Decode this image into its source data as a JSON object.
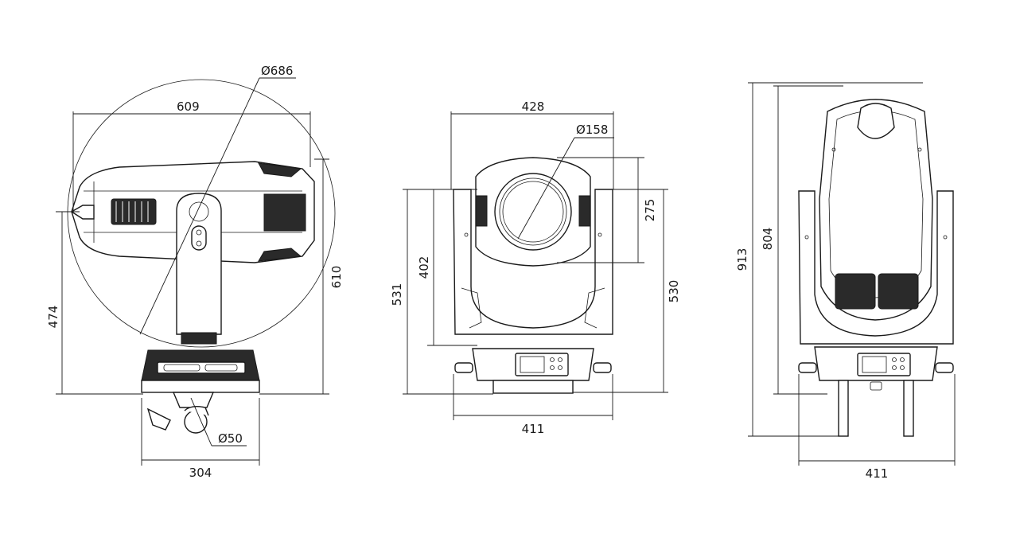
{
  "side_view": {
    "dim_overall_diameter": "Ø686",
    "dim_head_length": "609",
    "dim_height_left": "474",
    "dim_height_right": "610",
    "dim_clamp_diameter": "Ø50",
    "dim_base_width": "304"
  },
  "front_view": {
    "dim_head_width": "428",
    "dim_lens_diameter": "Ø158",
    "dim_lens_height": "275",
    "dim_yoke_height": "402",
    "dim_height_left": "531",
    "dim_height_right": "530",
    "dim_base_width": "411"
  },
  "back_view": {
    "dim_total_height": "913",
    "dim_head_height": "804",
    "dim_base_width": "411"
  }
}
